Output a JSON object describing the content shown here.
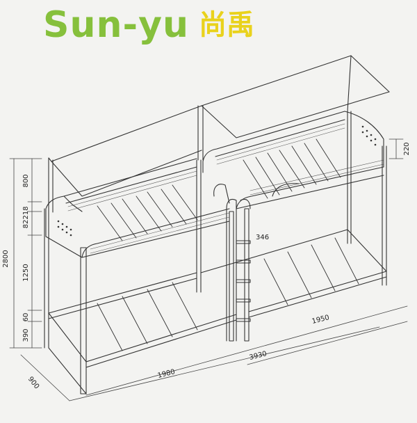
{
  "brand": {
    "name": "Sun-yu",
    "chinese": "尚禹",
    "name_color": "#86c03c",
    "chinese_color": "#e9d21c"
  },
  "dimensions": {
    "total_height": "2800",
    "upper_rail": "800",
    "gap_small": "82",
    "gap_small_2": "218",
    "mid_height": "1250",
    "lower_rail": "60",
    "base_height": "390",
    "top_rail_right": "220",
    "ladder_pitch": "346",
    "width": "900",
    "length_left": "1980",
    "length_total": "3930",
    "length_right": "1950"
  }
}
